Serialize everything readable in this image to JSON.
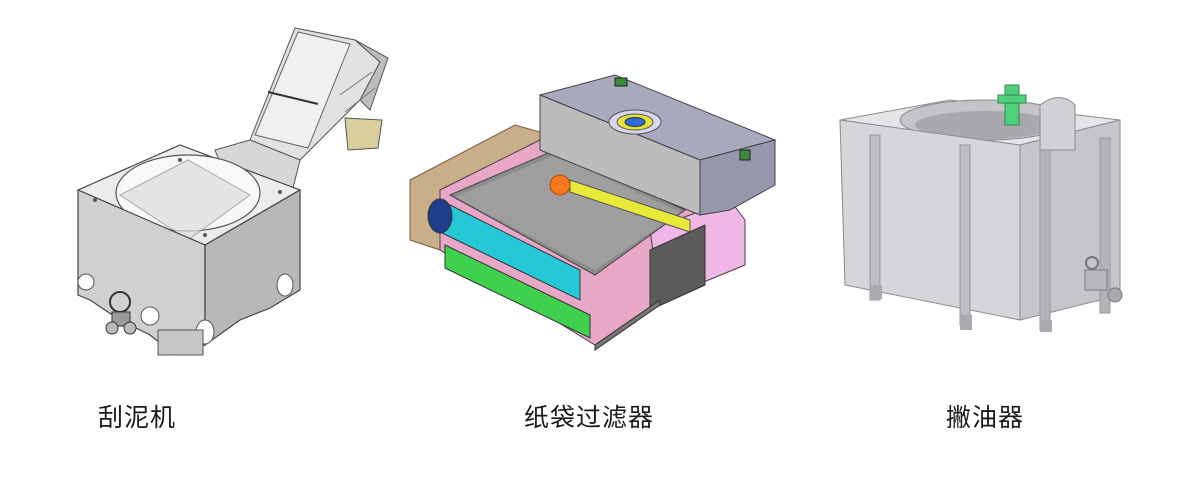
{
  "items": [
    {
      "label": "刮泥机"
    },
    {
      "label": "纸袋过滤器"
    },
    {
      "label": "撇油器"
    }
  ],
  "colors": {
    "background": "#ffffff",
    "text": "#1a1a1a"
  }
}
